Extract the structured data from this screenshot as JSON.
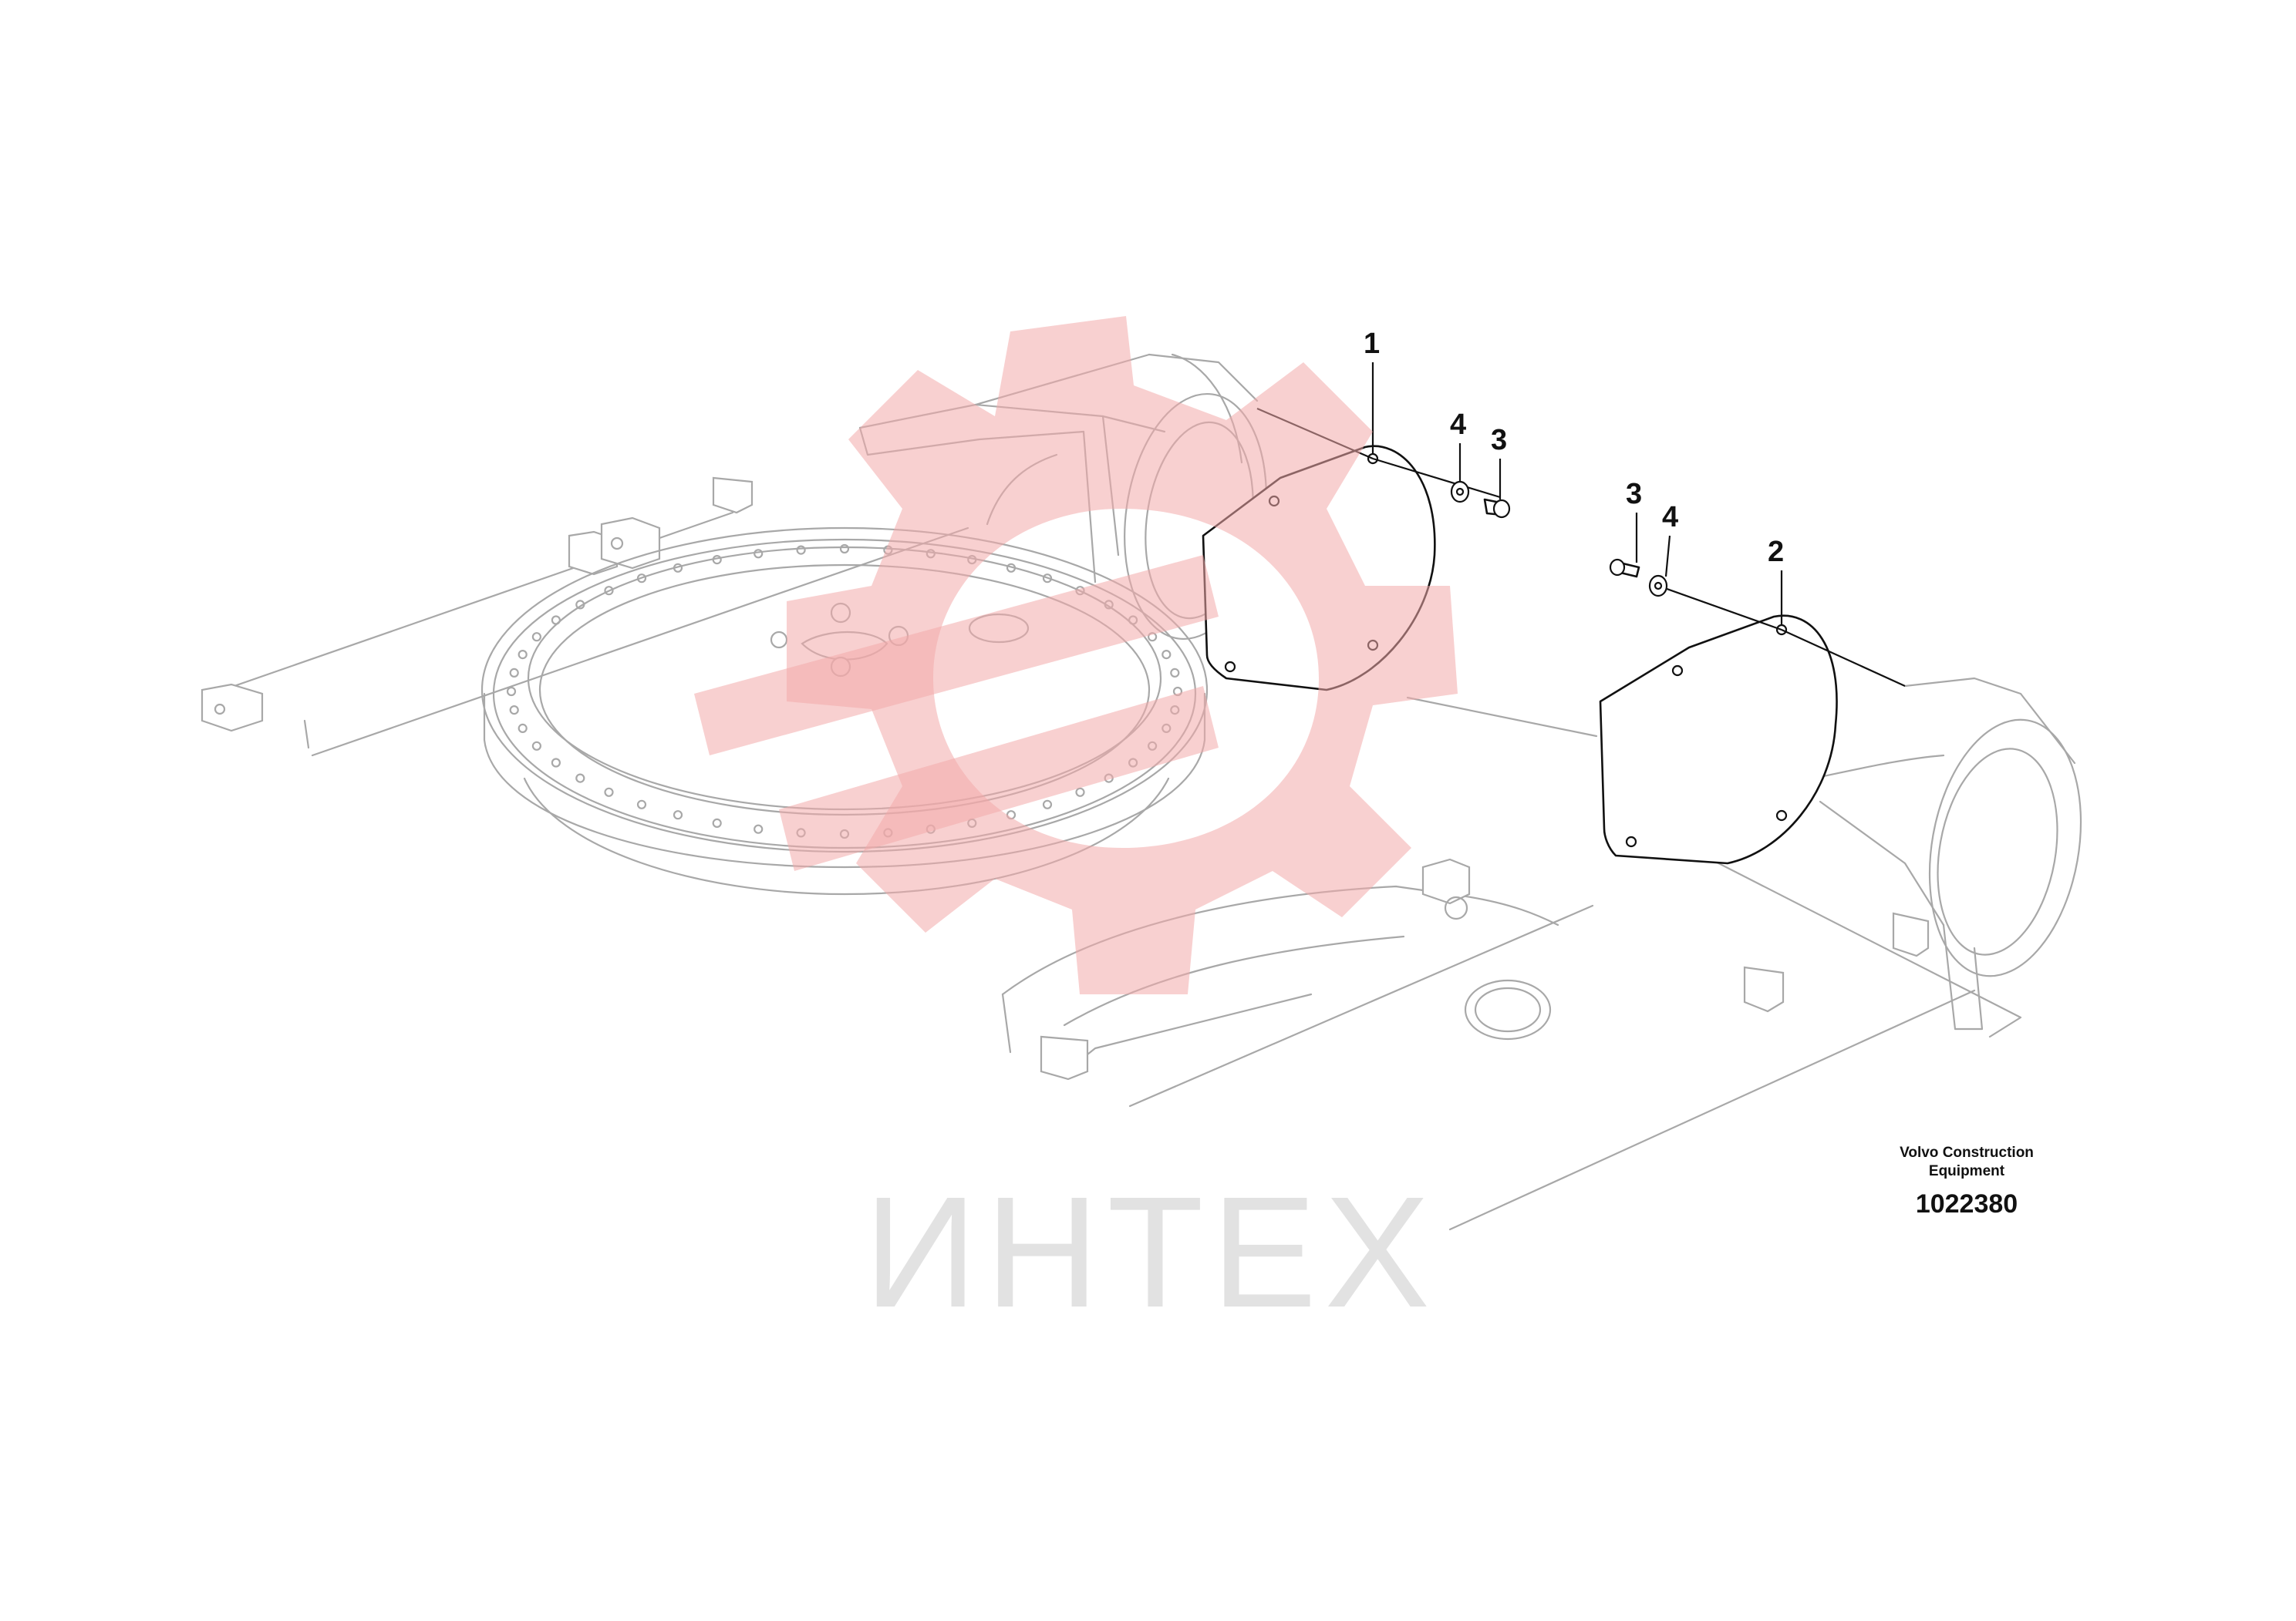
{
  "diagram": {
    "callouts": [
      {
        "id": "c1",
        "label": "1"
      },
      {
        "id": "c4a",
        "label": "4"
      },
      {
        "id": "c3a",
        "label": "3"
      },
      {
        "id": "c3b",
        "label": "3"
      },
      {
        "id": "c4b",
        "label": "4"
      },
      {
        "id": "c2",
        "label": "2"
      }
    ],
    "watermark_text": "ИНТЕХ",
    "manufacturer": "Volvo Construction Equipment",
    "drawing_number": "1022380",
    "colors": {
      "linework": "#a8a8a8",
      "parts": "#111111",
      "watermark": "#f3aaaa"
    }
  }
}
